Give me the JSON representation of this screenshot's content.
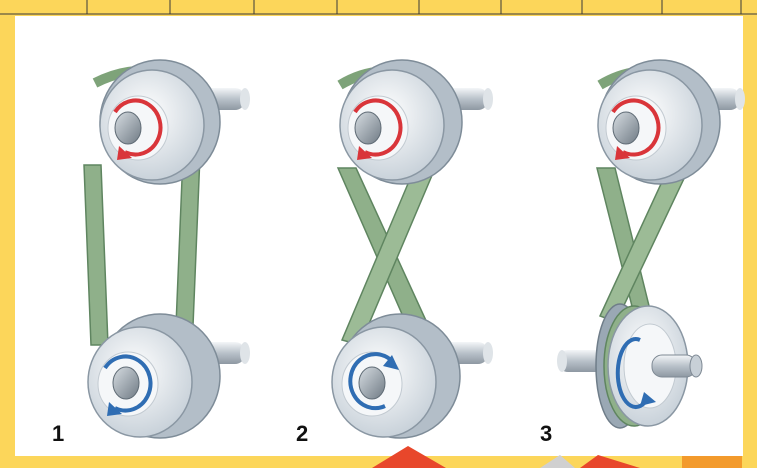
{
  "colors": {
    "background": "#fcd65a",
    "panel": "#ffffff",
    "belt": "#8fb08a",
    "belt_dark": "#5f8560",
    "pulley_face": "#e9eef2",
    "pulley_rim": "#9aa8b4",
    "driver_arrow": "#d9353a",
    "driven_arrow": "#2f6db3",
    "bottom_strip": "#f39a2c",
    "bottom_accent": "#e8472b"
  },
  "icons": {
    "driver": "clockwise-rotation-arrow-icon",
    "driven": "rotation-arrow-icon",
    "shaft": "shaft-icon"
  },
  "panels": [
    {
      "number": "1",
      "belt": "open",
      "driven_pulley": "upright"
    },
    {
      "number": "2",
      "belt": "crossed",
      "driven_pulley": "upright"
    },
    {
      "number": "3",
      "belt": "quarter-twist",
      "driven_pulley": "rotated"
    }
  ]
}
